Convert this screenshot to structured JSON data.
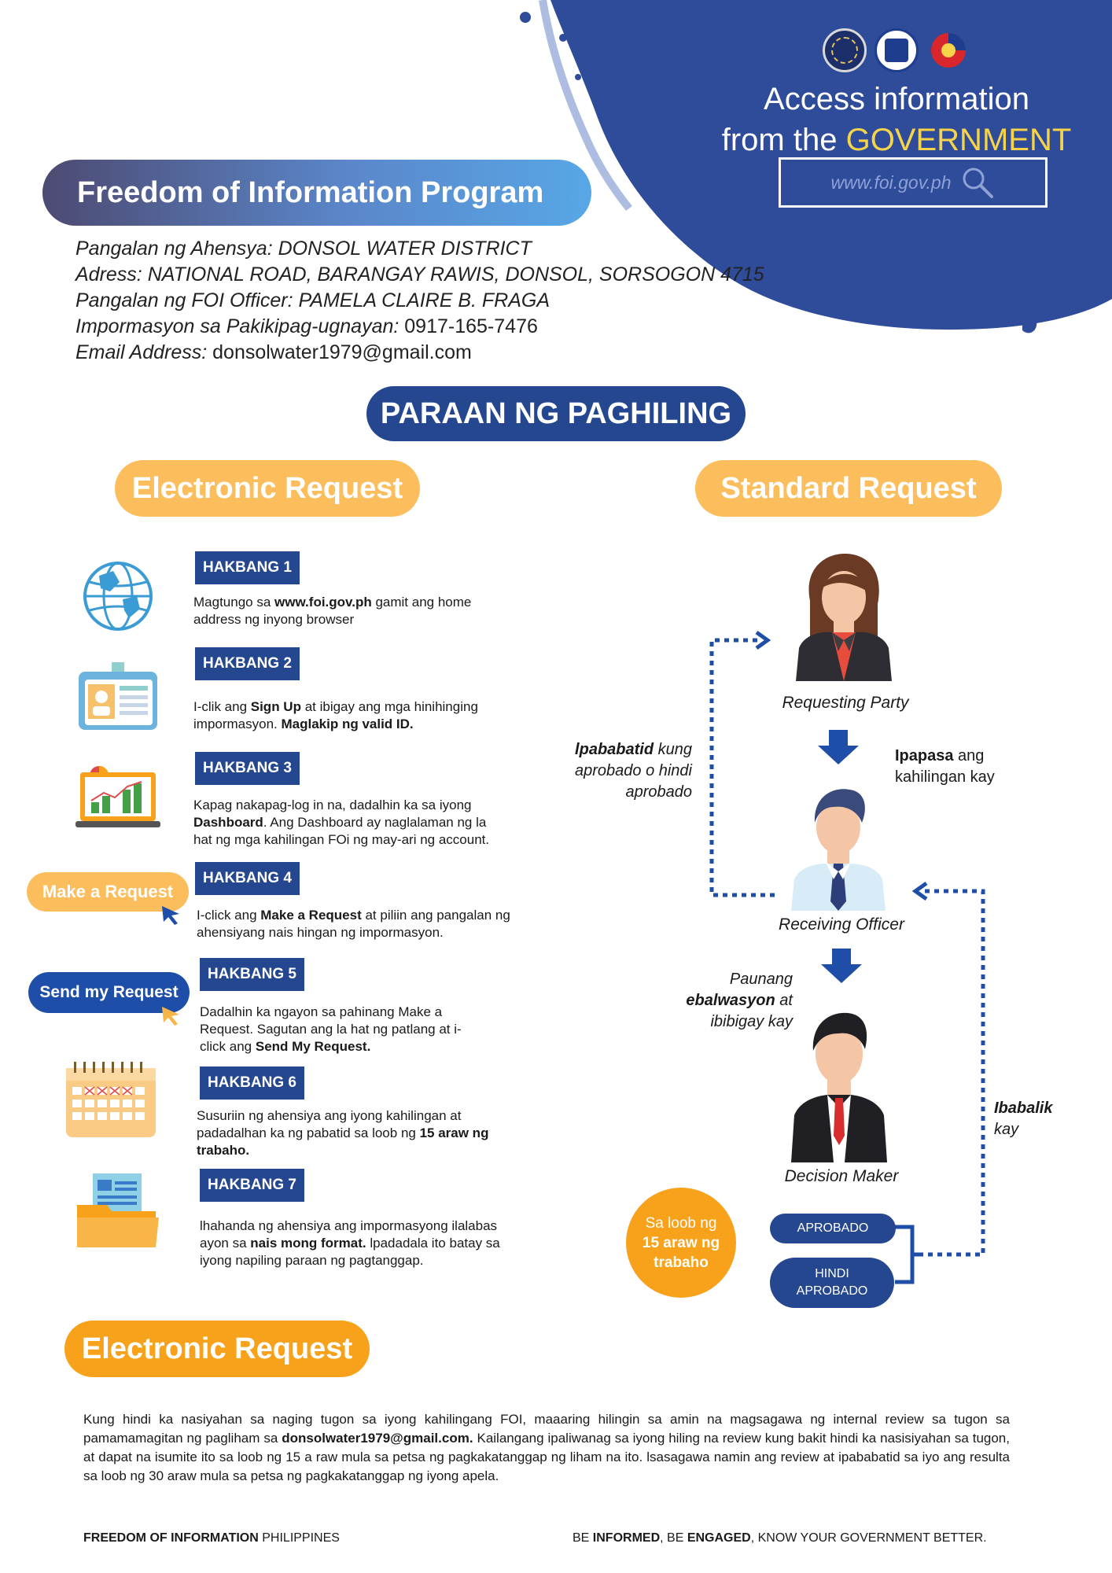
{
  "header": {
    "title_line1": "Access information",
    "title_line2_prefix": "from the ",
    "title_line2_highlight": "GOVERNMENT",
    "website": "www.foi.gov.ph",
    "logos": [
      "seal-logo",
      "foi-logo",
      "bagong-pilipinas-logo"
    ],
    "colors": {
      "blob": "#2f4c9b",
      "highlight": "#f7d34a"
    }
  },
  "program": {
    "title": "Freedom of Information Program"
  },
  "agency": {
    "name_label": "Pangalan ng Ahensya: ",
    "name_value": "DONSOL WATER DISTRICT",
    "address_label": "Adress: ",
    "address_value": "NATIONAL ROAD, BARANGAY RAWIS, DONSOL, SORSOGON 4715",
    "officer_label": "Pangalan ng FOI Officer: ",
    "officer_value": "PAMELA CLAIRE B. FRAGA",
    "contact_label": "Impormasyon sa Pakikipag-ugnayan: ",
    "contact_value": "0917-165-7476",
    "email_label": "Email Address: ",
    "email_value": "donsolwater1979@gmail.com"
  },
  "method_title": "PARAAN NG PAGHILING",
  "electronic": {
    "title": "Electronic Request",
    "steps": [
      {
        "tag": "HAKBANG 1",
        "parts": [
          [
            "Magtungo sa ",
            false
          ],
          [
            "www.foi.gov.ph",
            true
          ],
          [
            " gamit ang home address ng inyong browser",
            false
          ]
        ]
      },
      {
        "tag": "HAKBANG 2",
        "parts": [
          [
            "I-clik ang ",
            false
          ],
          [
            "Sign Up",
            true
          ],
          [
            " at ibigay ang mga hinihinging impormasyon. ",
            false
          ],
          [
            "Maglakip ng valid ID.",
            true
          ]
        ]
      },
      {
        "tag": "HAKBANG 3",
        "parts": [
          [
            "Kapag nakapag-log in na, dadalhin ka sa iyong ",
            false
          ],
          [
            "Dashboard",
            true
          ],
          [
            ". Ang Dashboard ay naglalaman ng la hat ng mga kahilingan FOi ng may-ari ng account.",
            false
          ]
        ]
      },
      {
        "tag": "HAKBANG 4",
        "parts": [
          [
            "I-click ang ",
            false
          ],
          [
            "Make a Request",
            true
          ],
          [
            " at piliin ang pangalan ng ahensiyang nais hingan ng impormasyon.",
            false
          ]
        ]
      },
      {
        "tag": "HAKBANG 5",
        "parts": [
          [
            "Dadalhin ka ngayon sa pahinang Make a Request. Sagutan ang la hat ng patlang at i-click ang ",
            false
          ],
          [
            "Send My Request.",
            true
          ]
        ]
      },
      {
        "tag": "HAKBANG 6",
        "parts": [
          [
            "Susuriin ng ahensiya ang iyong kahilingan at padadalhan ka ng pabatid sa loob ng ",
            false
          ],
          [
            "15 araw ng trabaho.",
            true
          ]
        ]
      },
      {
        "tag": "HAKBANG 7",
        "parts": [
          [
            "lhahanda ng ahensiya ang impormasyong ilalabas ayon sa ",
            false
          ],
          [
            "nais mong format.",
            true
          ],
          [
            " lpadadala ito batay sa iyong napiling paraan ng pagtanggap.",
            false
          ]
        ]
      }
    ],
    "make_button": "Make a Request",
    "send_button": "Send my Request"
  },
  "standard": {
    "title": "Standard Request",
    "requesting_party": "Requesting Party",
    "receiving_officer": "Receiving Officer",
    "decision_maker": "Decision Maker",
    "ipapasa_bold": "Ipapasa",
    "ipapasa_rest1": " ang",
    "ipapasa_rest2": "kahilingan kay",
    "ipababatid_bold": "lpababatid",
    "ipababatid_rest1": " kung",
    "ipababatid_rest2": "aprobado o hindi",
    "ipababatid_rest3": "aprobado",
    "paunang_line1": "Paunang",
    "paunang_bold": "ebalwasyon",
    "paunang_rest": " at",
    "paunang_line3": "ibibigay kay",
    "ibabalik_bold": "Ibabalik",
    "ibabalik_rest": "kay",
    "badge_line1": "Sa loob ng",
    "badge_line2": "15 araw ng",
    "badge_line3": "trabaho",
    "aprobado": "APROBADO",
    "hindi_line1": "HINDI",
    "hindi_line2": "APROBADO"
  },
  "review": {
    "title": "Electronic Request",
    "text_before": "Kung hindi ka nasiyahan sa naging tugon sa iyong kahilingang FOI, maaaring hilingin sa amin na magsagawa ng internal review sa tugon sa pamamamagitan ng pagliham sa ",
    "email": "donsolwater1979@gmail.com.",
    "text_after": " Kailangang ipaliwanag sa iyong hiling na review kung bakit hindi ka nasisiyahan sa tugon, at dapat na isumite ito sa loob ng 15 a raw mula sa petsa ng pagkakatanggap ng liham na ito. lsasagawa namin ang review at ipababatid sa iyo ang resulta sa loob ng 30 araw mula sa petsa ng pagkakatanggap ng iyong apela."
  },
  "footer": {
    "left_bold": "FREEDOM OF INFORMATION",
    "left_rest": " PHILIPPINES",
    "right_1": "BE ",
    "right_2": "INFORMED",
    "right_3": ", BE ",
    "right_4": "ENGAGED",
    "right_5": ", KNOW YOUR GOVERNMENT BETTER."
  }
}
